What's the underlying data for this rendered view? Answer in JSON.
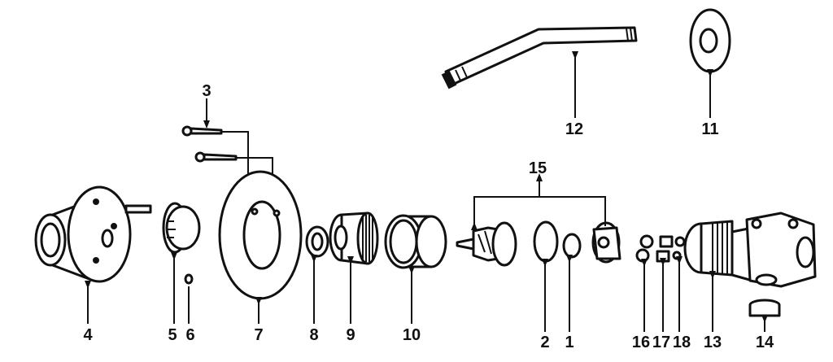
{
  "callouts": {
    "p1": "1",
    "p2": "2",
    "p3": "3",
    "p4": "4",
    "p5": "5",
    "p6": "6",
    "p7": "7",
    "p8": "8",
    "p9": "9",
    "p10": "10",
    "p11": "11",
    "p12": "12",
    "p13": "13",
    "p14": "14",
    "p15": "15",
    "p16": "16",
    "p17": "17",
    "p18": "18"
  },
  "colors": {
    "ink": "#111111",
    "paper": "#ffffff"
  }
}
